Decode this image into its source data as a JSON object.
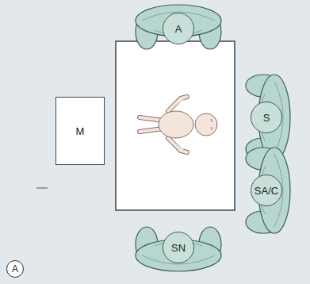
{
  "diagram": {
    "nodes": [
      {
        "text": [
          "M"
        ]
      },
      {
        "text": [
          "A"
        ]
      },
      {
        "text": [
          "S"
        ]
      },
      {
        "text": [
          "SA/C"
        ]
      },
      {
        "text": [
          "SN"
        ]
      }
    ],
    "labels": [
      "A"
    ]
  }
}
